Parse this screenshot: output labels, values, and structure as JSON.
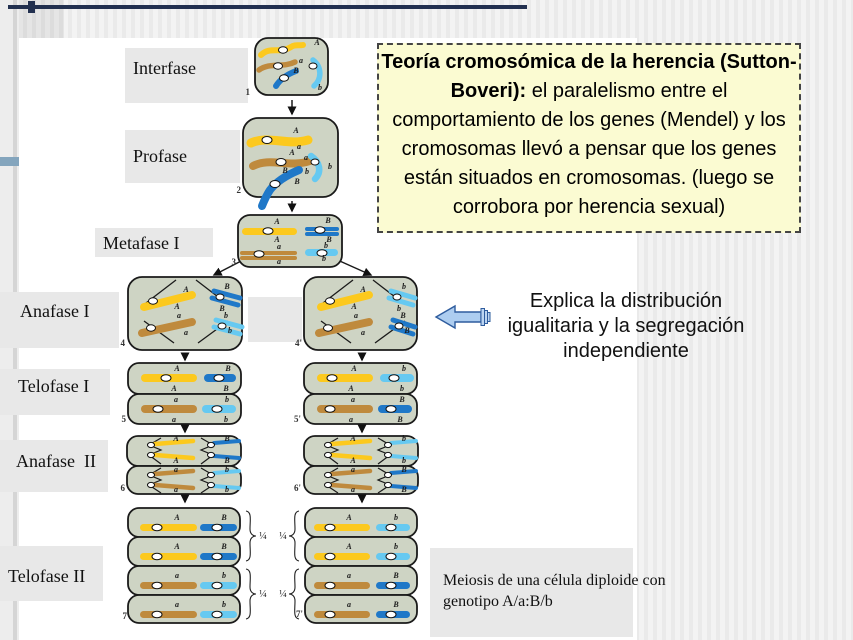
{
  "theory_box": {
    "title_bold": "Teoría cromosómica de la herencia (Sutton-Boveri):",
    "body": " el paralelismo entre el comportamiento de los genes (Mendel) y los cromosomas llevó a pensar que los genes están situados en cromosomas.  (luego se corrobora por herencia sexual)"
  },
  "explanation": "Explica la distribución igualitaria y la segregación independiente",
  "caption": {
    "line1": "Meiosis de una célula diploide con",
    "line2": "genotipo A/a:B/b"
  },
  "phases": {
    "interfase": "Interfase",
    "profase": "Profase",
    "metafase1": "Metafase I",
    "anafase1": "Anafase I",
    "telofase1": "Telofase I",
    "anafase2": "Anafase  II",
    "telofase2": "Telofase II"
  },
  "stages": {
    "n1": "1",
    "n2": "2",
    "n3": "3",
    "n4": "4",
    "n4r": "4'",
    "n5": "5",
    "n5r": "5'",
    "n6": "6",
    "n6r": "6'",
    "n7": "7",
    "n7r": "7'"
  },
  "alleles": {
    "A": "A",
    "a": "a",
    "B": "B",
    "b": "b"
  },
  "fraction_quarter": "¼",
  "colors": {
    "chromosome_yellow": "#fcc91e",
    "chromosome_brown": "#bf8a3d",
    "chromosome_dark_blue": "#1f78c8",
    "chromosome_light_blue": "#66c9f1",
    "cell_fill": "#ced4c4",
    "theory_box_bg": "#fbfbd2",
    "left_accent_bar": "#84a5bd",
    "pointer_arrow_fill": "#adcdf0"
  }
}
